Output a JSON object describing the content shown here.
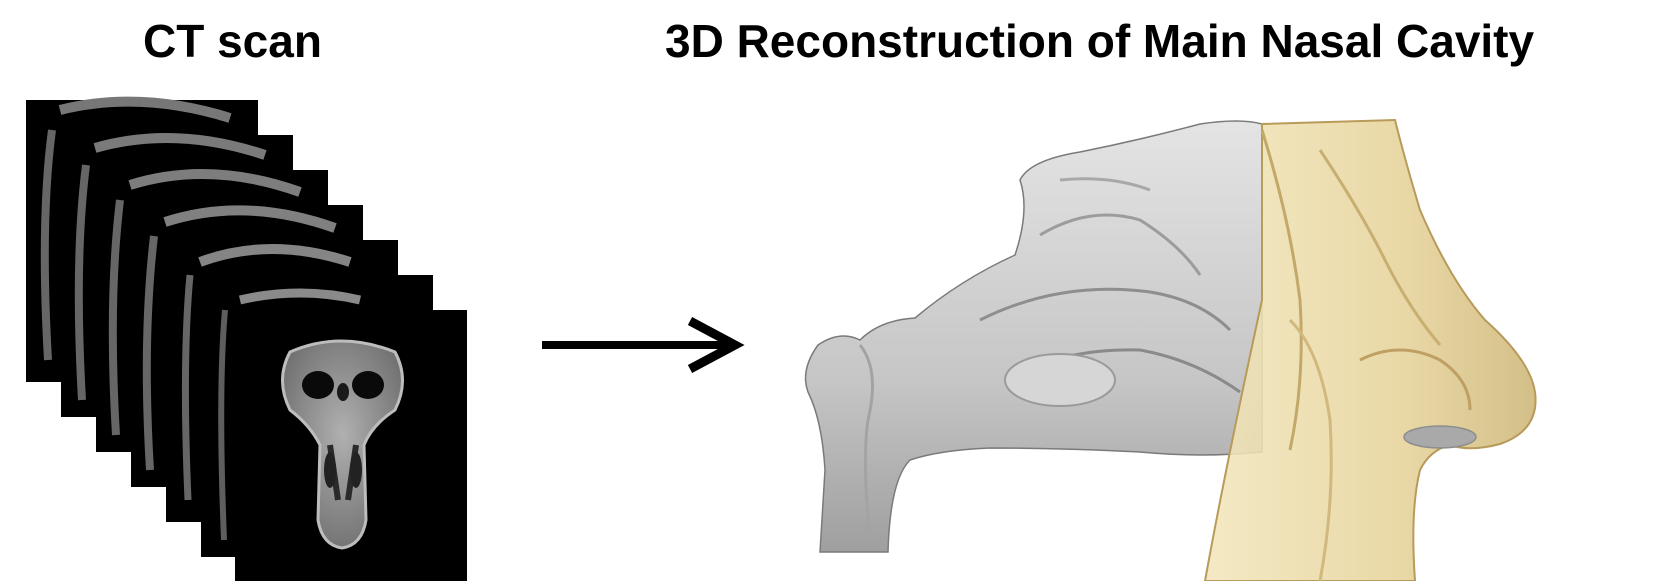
{
  "ct_panel": {
    "title": "CT scan",
    "slice_count": 7,
    "slice_background": "#000000",
    "bone_color": "#9a9a9a"
  },
  "arrow": {
    "icon": "right-arrow-icon",
    "color": "#000000"
  },
  "recon_panel": {
    "title": "3D Reconstruction of Main Nasal Cavity",
    "cavity_color": "#cfcfcf",
    "nose_color": "#e9d9a4"
  }
}
